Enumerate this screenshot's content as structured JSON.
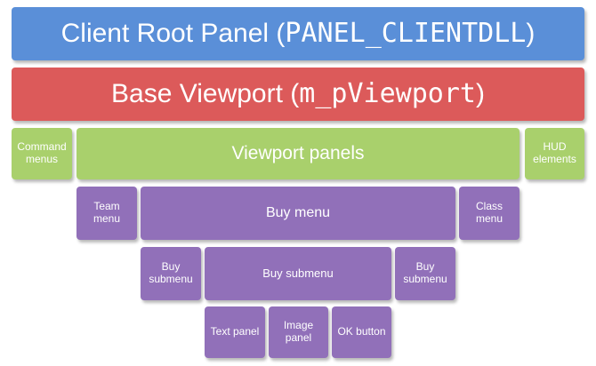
{
  "root_panel": {
    "prefix": "Client Root Panel (",
    "code": "PANEL_CLIENTDLL",
    "suffix": ")"
  },
  "base_viewport": {
    "prefix": "Base Viewport (",
    "code": "m_pViewport",
    "suffix": ")"
  },
  "command_menus": {
    "line1": "Command",
    "line2": "menus"
  },
  "viewport_panels": "Viewport panels",
  "hud_elements": {
    "line1": "HUD",
    "line2": "elements"
  },
  "team_menu": {
    "line1": "Team",
    "line2": "menu"
  },
  "buy_menu": "Buy menu",
  "class_menu": {
    "line1": "Class",
    "line2": "menu"
  },
  "buy_submenu_left": {
    "line1": "Buy",
    "line2": "submenu"
  },
  "buy_submenu": "Buy submenu",
  "buy_submenu_right": {
    "line1": "Buy",
    "line2": "submenu"
  },
  "text_panel": "Text panel",
  "image_panel": {
    "line1": "Image",
    "line2": "panel"
  },
  "ok_button": "OK button",
  "colors": {
    "root": "#5a8fd8",
    "base": "#dc5a5a",
    "viewport_level": "#a9d06c",
    "child_panels": "#9170b9"
  }
}
